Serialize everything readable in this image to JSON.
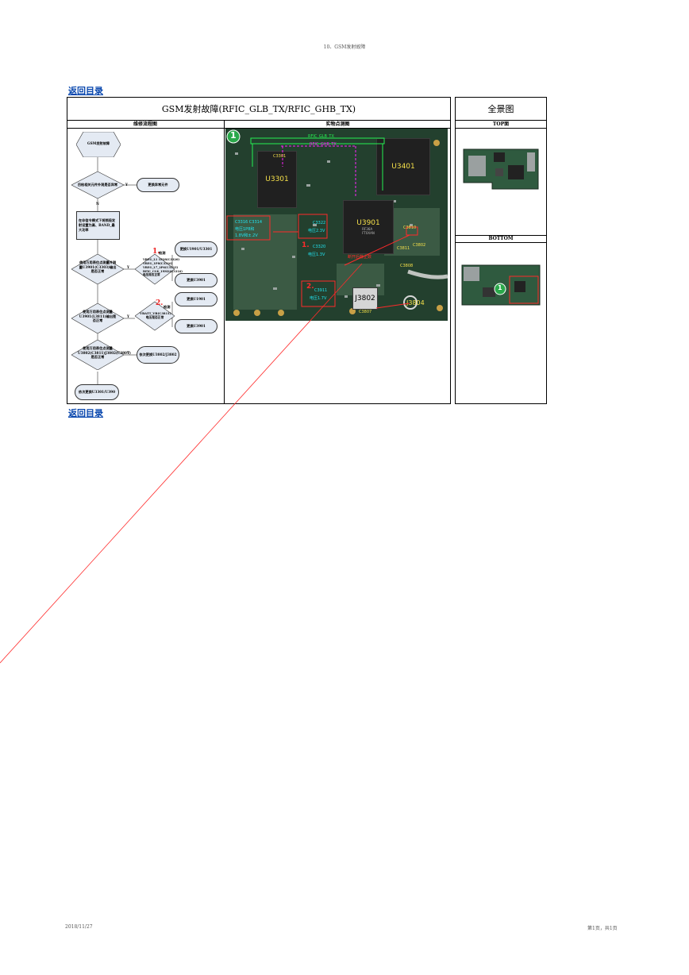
{
  "page_header": "10、GSM发射故障",
  "back_link_top": "返回目录",
  "back_link_bottom": "返回目录",
  "main_title": "GSM发射故障(RFIC_GLB_TX/RFIC_GHB_TX)",
  "flow_header": "维修流程图",
  "photo_header": "实物点测图",
  "overview_title": "全景图",
  "top_label": "TOP面",
  "bottom_label": "BOTTOM",
  "flow": {
    "start": "GSM发射故障",
    "d1": "目检相关元件外观是否异常",
    "d1_action": "更换异常元件",
    "step2": "在非信令模式下将频段发射设置为高、BAND_最大功率",
    "d2": "使用万用表住点测量并测量U3901(C3303)输出是否正常",
    "d2_mark": "1.",
    "d2_check": "检测",
    "d2_values": "VREG_L1 1P28(C3320)\nVREG_1P8(C3316)\nVREG_L7_2P6(C3323)\nRFIC_CLK_19M2(C3316)\n电压是否正常",
    "d2_action_a": "更换U1901/U3301",
    "d2_action_b": "更换U3901",
    "d3": "使用万用表住点测量U3901(L3811)输出是否正常",
    "d3_mark": "2.",
    "d3_check": "检测",
    "d3_values": "VBATT_VB(C3811)\n电压是否正常",
    "d3_action_a": "更换U1901",
    "d3_action_b": "更换U3901",
    "d4": "使用万用表住点测量U3802(C3811)J3802(C3807)是否正常",
    "d4_action": "依次更换U3802/J3802",
    "end": "依次更换U3301/U390",
    "y": "Y",
    "n": "N"
  },
  "photo": {
    "badge": "1",
    "tag_glb": "RFIC_GLB_TX",
    "tag_ghb": "RFIC_GHB_TX",
    "u3301": "U3301",
    "u3401": "U3401",
    "u3901": "U3901",
    "j3802": "J3802",
    "j3804": "J3804",
    "c3322": "C3322",
    "v_c3322": "电压2.3V",
    "c3320": "C3320",
    "v_c3320": "电压1.3V",
    "c3911": "C3911",
    "v_c3911": "电压1.7V",
    "group": "C3316 C3314",
    "group_v1": "电压1P8和",
    "group_v2": "1.8V和±.2V",
    "mark1": "1.",
    "mark2": "2.",
    "stamp": "RF36A\nFT0XAN",
    "note": "断开后静止数",
    "c3810": "C3810",
    "c3811": "C3811",
    "c3802": "C3802",
    "c3808": "C3808",
    "c3807": "C3807",
    "c3301": "C3301"
  },
  "footer": {
    "date": "2018/11/27",
    "page": "第1页，共1页"
  },
  "colors": {
    "link": "#0645ad",
    "annot_red": "#ff2a2a",
    "annot_cyan": "#21e3f0",
    "annot_green": "#25f052",
    "annot_magenta": "#ff22ff",
    "chip_label": "#f5e04a"
  }
}
